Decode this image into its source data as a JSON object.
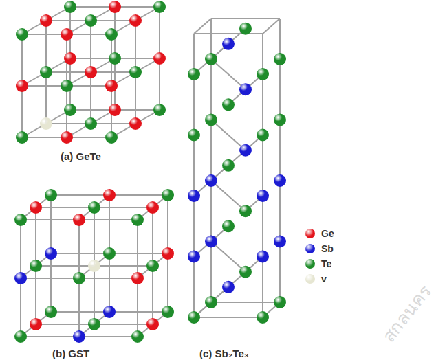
{
  "diagram": {
    "labels": [
      "(a) GeTe",
      "(b) GST",
      "(c) Sb₂Te₃",
      "สกลนคร"
    ],
    "legend": [
      {
        "text": "Ge",
        "color": "#e3141c"
      },
      {
        "text": "Sb",
        "color": "#1c1cd2"
      },
      {
        "text": "Te",
        "color": "#1f8c2b"
      },
      {
        "text": "v",
        "color": "#e6e6d2"
      }
    ]
  }
}
